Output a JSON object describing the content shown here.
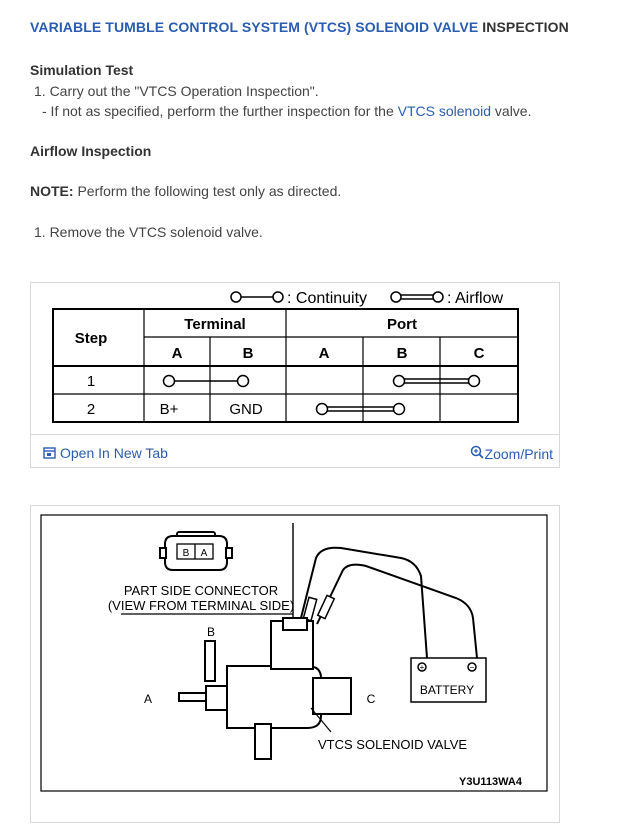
{
  "title": {
    "blue": "VARIABLE TUMBLE CONTROL SYSTEM (VTCS) SOLENOID VALVE",
    "dark": " INSPECTION"
  },
  "simulation": {
    "heading": "Simulation Test",
    "step1": "1. Carry out the \"VTCS Operation Inspection\".",
    "sub_prefix": "- If not as specified, perform the further inspection for the ",
    "sub_link": "VTCS solenoid",
    "sub_suffix": " valve."
  },
  "airflow": {
    "heading": "Airflow Inspection",
    "note_label": "NOTE:",
    "note_text": " Perform the following test only as directed.",
    "step1": "1. Remove the VTCS solenoid valve."
  },
  "table_figure": {
    "legend_continuity": ": Continuity",
    "legend_airflow": ": Airflow",
    "headers": {
      "step": "Step",
      "terminal": "Terminal",
      "port": "Port"
    },
    "terminal_cols": [
      "A",
      "B"
    ],
    "port_cols": [
      "A",
      "B",
      "C"
    ],
    "rows": [
      {
        "step": "1",
        "terminal_a": "",
        "terminal_b": ""
      },
      {
        "step": "2",
        "terminal_a": "B+",
        "terminal_b": "GND"
      }
    ],
    "open_new_tab": "Open In New Tab",
    "zoom_print": "Zoom/Print"
  },
  "diagram_figure": {
    "connector_pins": [
      "B",
      "A"
    ],
    "connector_caption_1": "PART SIDE CONNECTOR",
    "connector_caption_2": "(VIEW FROM TERMINAL SIDE)",
    "port_a": "A",
    "port_b": "B",
    "port_c": "C",
    "battery": "BATTERY",
    "valve_label": "VTCS SOLENOID VALVE",
    "figure_code": "Y3U113WA4"
  }
}
